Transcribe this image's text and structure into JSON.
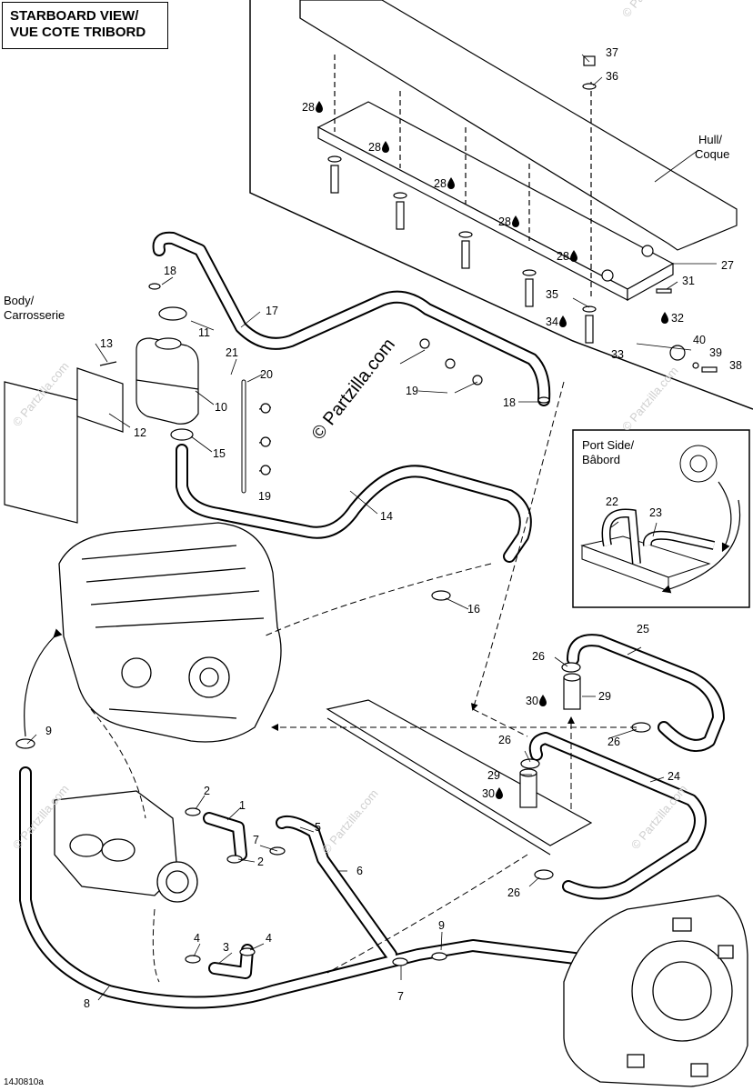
{
  "title": {
    "line1": "STARBOARD VIEW/",
    "line2": "VUE COTE TRIBORD"
  },
  "areas": {
    "hull": [
      "Hull/",
      "Coque"
    ],
    "body": [
      "Body/",
      "Carrosserie"
    ],
    "port": [
      "Port Side/",
      "Bâbord"
    ]
  },
  "watermark": "© Partzilla.com",
  "figure_code": "14J0810a",
  "callouts": {
    "c1": "1",
    "c2a": "2",
    "c2b": "2",
    "c3": "3",
    "c4a": "4",
    "c4b": "4",
    "c5": "5",
    "c6": "6",
    "c7a": "7",
    "c7b": "7",
    "c8": "8",
    "c9a": "9",
    "c9b": "9",
    "c10": "10",
    "c11": "11",
    "c12": "12",
    "c13": "13",
    "c14": "14",
    "c15": "15",
    "c16": "16",
    "c17": "17",
    "c18a": "18",
    "c18b": "18",
    "c19a": "19",
    "c19b": "19",
    "c20": "20",
    "c21": "21",
    "c22": "22",
    "c23": "23",
    "c24": "24",
    "c25": "25",
    "c26a": "26",
    "c26b": "26",
    "c26c": "26",
    "c26d": "26",
    "c27": "27",
    "c28a": "28",
    "c28b": "28",
    "c28c": "28",
    "c28d": "28",
    "c28e": "28",
    "c29a": "29",
    "c29b": "29",
    "c30a": "30",
    "c30b": "30",
    "c31": "31",
    "c32": "32",
    "c33": "33",
    "c34": "34",
    "c35": "35",
    "c36": "36",
    "c37": "37",
    "c38": "38",
    "c39": "39",
    "c40": "40"
  }
}
